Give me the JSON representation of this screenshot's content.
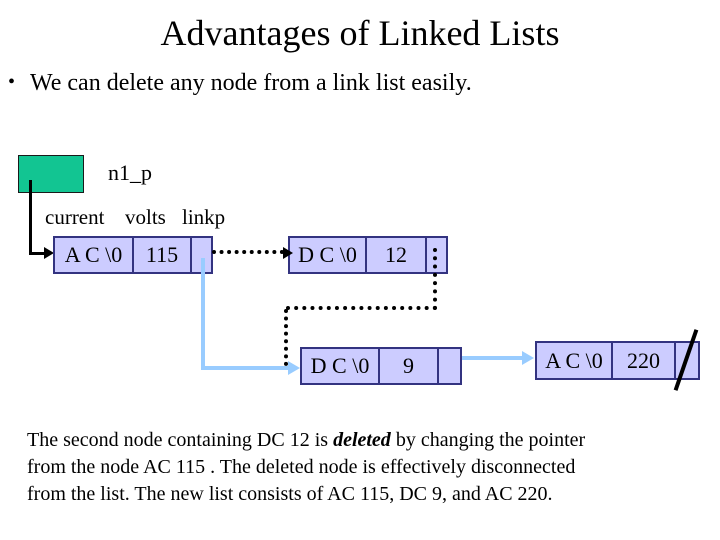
{
  "slide": {
    "title": "Advantages of Linked Lists",
    "bullet_glyph": "•",
    "bullet_text": "We can delete any node from a link list easily.",
    "pointer_var_label": "n1_p",
    "field_labels": {
      "current": "current",
      "volts": "volts",
      "linkp": "linkp"
    },
    "nodes": [
      {
        "current": "A C \\0",
        "volts": "115",
        "linkp": ""
      },
      {
        "current": "D C \\0",
        "volts": "12",
        "linkp": ""
      },
      {
        "current": "D C \\0",
        "volts": "9",
        "linkp": ""
      },
      {
        "current": "A C \\0",
        "volts": "220",
        "linkp": ""
      }
    ],
    "caption": {
      "line1_pre": "The second node containing DC 12 is ",
      "line1_bold": "deleted",
      "line1_post": " by changing the pointer",
      "line2": "from the node AC 115 . The deleted node is effectively disconnected",
      "line3": "from the list. The new list consists of AC 115, DC 9, and AC 220."
    }
  },
  "colors": {
    "pointer_box_green": "#12c592",
    "node_fill": "#ccccff",
    "node_border": "#333380",
    "new_link_blue": "#99ccff",
    "old_link_dotted": "#000000",
    "text": "#000000"
  }
}
